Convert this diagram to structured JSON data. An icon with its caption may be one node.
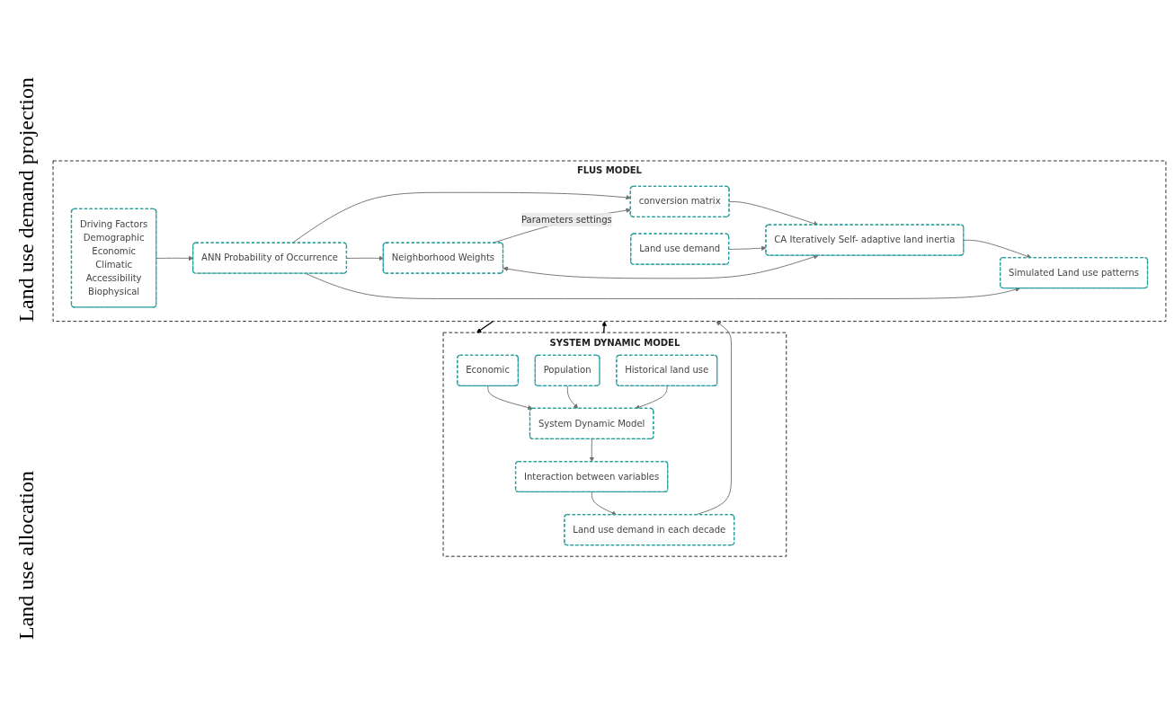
{
  "diagram": {
    "nodes": [
      {
        "text": [
          "SYSTEM DYNAMIC MODEL"
        ]
      },
      {
        "text": [
          "Economic"
        ],
        "in": 0
      },
      {
        "text": [
          "Population"
        ],
        "in": 0
      },
      {
        "text": [
          "Historical land use"
        ],
        "in": 0
      },
      {
        "text": [
          "System Dynamic Model"
        ],
        "in": 0
      },
      {
        "text": [
          "Interaction between variables"
        ],
        "in": 0
      },
      {
        "text": [
          "Land use demand in each decade"
        ],
        "in": 0
      },
      {
        "text": [
          "FLUS MODEL"
        ]
      },
      {
        "text": [
          "Driving Factors",
          "Demographic",
          "Economic",
          "Climatic",
          "Accessibility",
          "Biophysical"
        ],
        "in": 7
      },
      {
        "text": [
          "ANN Probability of Occurrence"
        ],
        "in": 7
      },
      {
        "text": [
          "Neighborhood Weights"
        ],
        "in": 7
      },
      {
        "text": [
          "conversion matrix"
        ],
        "in": 7
      },
      {
        "text": [
          "Land use demand"
        ],
        "in": 7
      },
      {
        "text": [
          "CA Iteratively Self- adaptive land inertia"
        ],
        "in": 7
      },
      {
        "text": [
          "Simulated Land use patterns"
        ],
        "in": 7
      }
    ],
    "edges": [
      {
        "from": 1,
        "to": 4,
        "arrow": "to"
      },
      {
        "from": 2,
        "to": 4,
        "arrow": "to"
      },
      {
        "from": 3,
        "to": 4,
        "arrow": "to"
      },
      {
        "from": 4,
        "to": 5,
        "arrow": "to"
      },
      {
        "from": 5,
        "to": 6,
        "arrow": "to"
      },
      {
        "from": 6,
        "to": 7,
        "arrow": "to"
      },
      {
        "from": 0,
        "to": 7,
        "arrow": "to",
        "color": "#000000"
      },
      {
        "from": 7,
        "to": 0,
        "arrow": "to",
        "color": "#000000"
      },
      {
        "from": 8,
        "to": 9,
        "arrow": "to"
      },
      {
        "from": 9,
        "to": 10,
        "arrow": "to"
      },
      {
        "from": 9,
        "to": 11,
        "arrow": "to"
      },
      {
        "from": 10,
        "to": 11,
        "arrow": "to",
        "label": "Parameters settings"
      },
      {
        "from": 13,
        "to": 10,
        "arrow": "both"
      },
      {
        "from": 11,
        "to": 13,
        "arrow": "to"
      },
      {
        "from": 12,
        "to": 13,
        "arrow": "to"
      },
      {
        "from": 13,
        "to": 14,
        "arrow": "to"
      },
      {
        "from": 9,
        "to": 14,
        "arrow": "to"
      }
    ],
    "labels": [
      "Land use demand projection",
      "Land use allocation"
    ]
  }
}
